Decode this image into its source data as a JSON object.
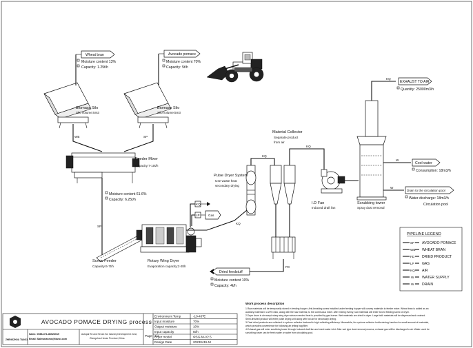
{
  "title_block": {
    "title": "AVOCADO POMACE DRYING process",
    "company": "ZHENGZHOU TIANCI",
    "contact_lines": [
      "Sales: 0086-371-86523019",
      "Email: Salesmanmx@tianci.com"
    ],
    "address_lines": [
      "Autopal Rd and Henan Sci Industry Development Zone,",
      "Zhengzhou Henan Province,China"
    ],
    "page_label": "Page",
    "page_value": "1/1",
    "specs": [
      {
        "label": "Environment Temp",
        "value": "-10-40℃"
      },
      {
        "label": "Input moisture",
        "value": "70%"
      },
      {
        "label": "Output moisture",
        "value": "10%"
      },
      {
        "label": "Input capacity",
        "value": "5t/h"
      },
      {
        "label": "Dryer model",
        "value": "ΦSG-M-V2.5"
      },
      {
        "label": "Design Date",
        "value": "20230415-M"
      }
    ]
  },
  "equipment": {
    "wheat_bran": {
      "name": "Wheat bran",
      "moisture": "Moisture content 13%",
      "capacity": "Capacity: 1.25t/h"
    },
    "avocado_pomace": {
      "name": "Avocado pomace",
      "moisture": "Moisture content 70%",
      "capacity": "Capacity: 5t/h"
    },
    "silo_left": {
      "name": "Biomass Silo",
      "spec": "Silo volume:5m3"
    },
    "silo_right": {
      "name": "Biomass Silo",
      "spec": "Silo volume:5m3"
    },
    "feeder_mixer": {
      "name": "Feeder Mixer",
      "spec": "Capacity:7-10t/h"
    },
    "mixed_material": {
      "moisture": "Moisture content 61.6%",
      "capacity": "Capacity: 6.25t/h"
    },
    "screw_feeder": {
      "name": "Screw Feeder",
      "spec": "Capacity:6-7t/h"
    },
    "rotary_dryer": {
      "name": "Rotary Wing Dryer",
      "spec": "Evaporation capacity:2-3t/h"
    },
    "pulse_dryer": {
      "name": "Pulse Dryer System",
      "spec_lines": [
        "Use waste heat",
        "secondary drying"
      ]
    },
    "collector": {
      "name": "Material Collector",
      "spec_lines": [
        "Separate product",
        "from air"
      ]
    },
    "id_fan": {
      "name": "I.D Fan",
      "spec": "Induced draft fan"
    },
    "scrubbing_tower": {
      "name": "Scrubbing tower",
      "spec": "Spray dust removal"
    },
    "exhaust": {
      "name": "EXHAUST TO AIR",
      "spec": "Quantity: 25000m3/h"
    },
    "cool_water": {
      "name": "Cool water",
      "spec": "Consumption: 18m3/h"
    },
    "drain_pool": {
      "name": "Drain to the circulation pool",
      "spec": "Water discharge: 18m3/h"
    },
    "circulation_pool": {
      "name": "Circulation pool"
    },
    "gas": {
      "name": "Gas"
    },
    "dried_feedstuff": {
      "name": "Dried feedstuff",
      "moisture": "Moisture content 10%",
      "capacity": "Capacity: 4t/h"
    }
  },
  "line_codes": {
    "kq": "KQ",
    "lp": "LP",
    "fd": "FD",
    "fd2": "FD",
    "sp": "SP",
    "sp2": "SP",
    "sp3": "SP",
    "sp4": "SP",
    "wb": "WB",
    "w": "W",
    "w2": "W"
  },
  "legend": {
    "title": "PIPELINE LEGEND",
    "items": [
      {
        "code": "SP",
        "label": "AVOCADO POMACE"
      },
      {
        "code": "WB",
        "label": "WHEAT BRAN"
      },
      {
        "code": "FD",
        "label": "DRIED PRODUCT"
      },
      {
        "code": "LP",
        "label": "GAS"
      },
      {
        "code": "KQ",
        "label": "AIR"
      },
      {
        "code": "W",
        "label": "WATER SUPPLY"
      },
      {
        "code": "W",
        "label": "DRAIN"
      }
    ]
  },
  "notes": {
    "title": "Work process description",
    "lines": [
      "1.Raw materials will be temporarily stored in feeding hopper. Anti-breaking screw installed under feeding hopper will convey materials to feeder mixer. Wheat bran is added as an",
      "auxiliary material in a 20% ratio, along with the raw material, to the continuous mixer. After mixing evenly, raw materials will enter forced feeding screw of dryer.",
      "2.Dryer drum is air swept rotary wing dryer whose needed heat is provided by gas burner. Wet materials are dried in dryer. Large bulk materials will be dispersed and crushed.",
      "Semi-finished product will enter pulse drying unit along with hot air for secondary drying.",
      "3.Final dried products are collected in cyclone collector featured in high collecting efficiency. Meanwhile, the cyclone collector holds sieving function for small amount of materials,",
      "which provides convenience for following air jetting bag filter.",
      "4.Exhaust gas will enter scrubbing tower through induced draft fan and meet water inlet. After wet type dust removal process, exhaust gas will be discharged to air. Water used for",
      "scrubbing tower can be fresh water or water from circulating pool."
    ]
  }
}
